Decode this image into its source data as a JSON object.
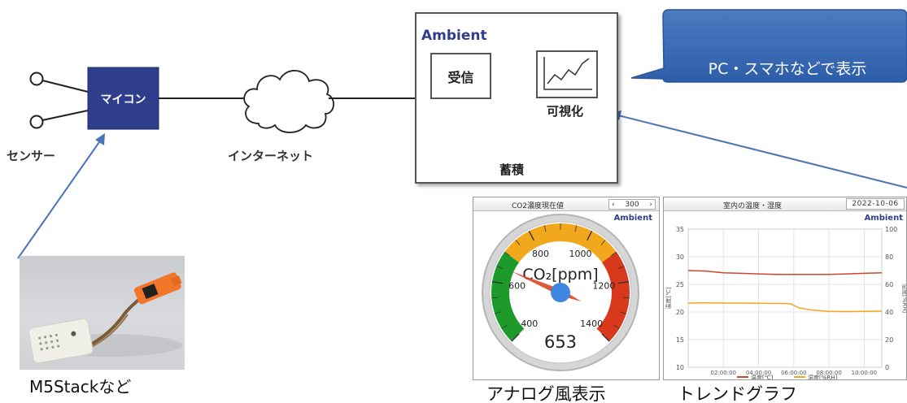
{
  "sensor": {
    "label": "センサー"
  },
  "microcontroller": {
    "label": "マイコン"
  },
  "internet": {
    "label": "インターネット"
  },
  "ambient": {
    "title": "Ambient",
    "receive_label": "受信",
    "visualize_label": "可視化",
    "storage_label": "蓄積"
  },
  "callout": {
    "text": "PC・スマホなどで表示"
  },
  "device": {
    "label": "M5Stackなど"
  },
  "gauge_panel": {
    "title": "CO2濃度現在値",
    "brand": "Ambient",
    "spinner_value": "300",
    "unit_label": "CO₂[ppm]",
    "current_value": "653",
    "caption": "アナログ風表示"
  },
  "trend_panel": {
    "title": "室内の温度・湿度",
    "date": "2022-10-06",
    "brand": "Ambient",
    "y_left_label": "温度[℃]",
    "y_right_label": "湿度[%RH]",
    "caption": "トレンドグラフ"
  },
  "chart_data": [
    {
      "type": "gauge",
      "title": "CO2濃度現在値",
      "value": 653,
      "min": 400,
      "max": 1400,
      "tick_labels": [
        "400",
        "600",
        "800",
        "1000",
        "1200",
        "1400"
      ],
      "bands": [
        {
          "from": 400,
          "to": 700,
          "color": "#1d9a2a"
        },
        {
          "from": 700,
          "to": 1100,
          "color": "#f2a81d"
        },
        {
          "from": 1100,
          "to": 1400,
          "color": "#d8381c"
        }
      ]
    },
    {
      "type": "line",
      "title": "室内の温度・湿度",
      "x_ticks": [
        "02:00:00",
        "04:00:00",
        "06:00:00",
        "08:00:00",
        "10:00:00"
      ],
      "x_range": [
        0,
        11
      ],
      "y_left": {
        "label": "温度[℃]",
        "ticks": [
          10,
          15,
          20,
          25,
          30,
          35
        ],
        "range": [
          10,
          35
        ]
      },
      "y_right": {
        "label": "湿度[%RH]",
        "ticks": [
          0,
          20,
          40,
          60,
          80,
          100
        ],
        "range": [
          0,
          100
        ]
      },
      "series": [
        {
          "name": "温度[℃]",
          "axis": "left",
          "color": "#d2442a",
          "x": [
            0,
            1,
            2,
            3,
            4,
            5,
            6,
            7,
            8,
            9,
            10,
            11
          ],
          "y": [
            27.5,
            27.4,
            27.1,
            27.0,
            26.9,
            26.8,
            26.8,
            26.8,
            26.8,
            26.9,
            27.0,
            27.1
          ]
        },
        {
          "name": "湿度[%RH]",
          "axis": "right",
          "color": "#f5a623",
          "x": [
            0,
            1,
            2,
            3,
            4,
            5,
            5.8,
            6.3,
            7,
            8,
            9,
            10,
            11
          ],
          "y": [
            46.5,
            46.6,
            46.5,
            46.5,
            46.3,
            46.2,
            46.0,
            43.0,
            41.5,
            40.5,
            40.3,
            40.5,
            40.6
          ]
        }
      ],
      "grid": true,
      "legend": "bottom"
    }
  ]
}
